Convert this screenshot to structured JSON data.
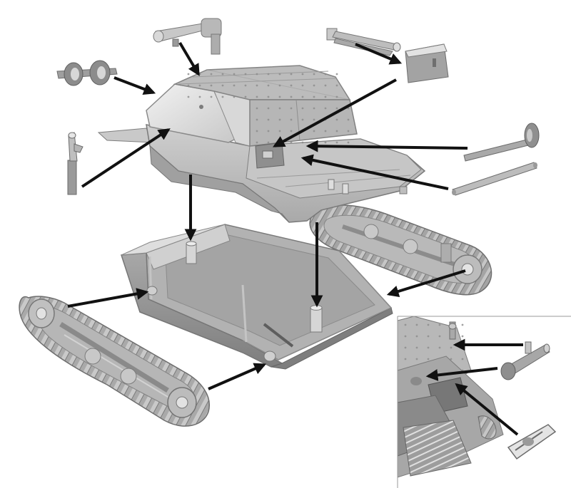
{
  "diagram": {
    "kind": "exploded-assembly",
    "subject": "tankette",
    "background": "#ffffff",
    "colors": {
      "part_light": "#e2e2e2",
      "part_mid": "#bdbdbd",
      "part_dark": "#8e8e8e",
      "part_shadow": "#6d6d6d",
      "arrow": "#111111",
      "inset_border": "#9a9a9a"
    },
    "parts": [
      "machine-gun",
      "headlight-pair",
      "track-return-parts",
      "hatch-cover",
      "exhaust-pipe",
      "upper-hull",
      "lower-hull-tub",
      "left-track-assembly",
      "right-track-assembly",
      "tow-bar-rod",
      "antenna-rod",
      "inset-tool",
      "inset-jack",
      "inset-clamp"
    ],
    "inset": {
      "label": ""
    }
  }
}
